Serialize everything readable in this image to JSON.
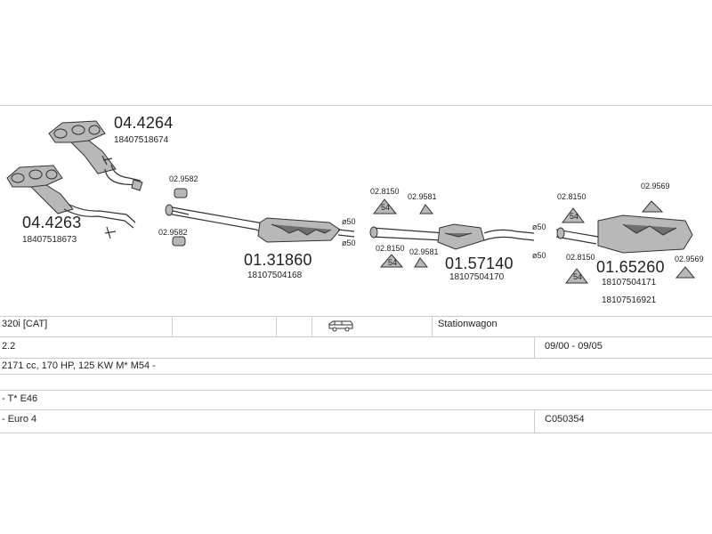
{
  "parts": {
    "manifold_top": {
      "code": "04.4264",
      "oem": "18407518674"
    },
    "manifold_bottom": {
      "code": "04.4263",
      "oem": "18407518673"
    },
    "front_pipe": {
      "code": "01.31860",
      "oem": "18107504168"
    },
    "middle_silencer": {
      "code": "01.57140",
      "oem": "18107504170"
    },
    "rear_silencer": {
      "code": "01.65260",
      "oem1": "18107504171",
      "oem2": "18107516921"
    }
  },
  "small_parts": {
    "c1": "02.9582",
    "c2": "02.9582",
    "h1": "02.8150",
    "h2": "02.9581",
    "h3": "02.8150",
    "h4": "02.9581",
    "h5": "02.8150",
    "h6": "02.9569",
    "h7": "02.8150",
    "h8": "02.9569"
  },
  "diameters": {
    "d1": "ø50",
    "d2": "ø50",
    "d3": "ø50",
    "d4": "ø50"
  },
  "hanger_text": "54",
  "icons": {
    "vehicle": "stationwagon-car-icon"
  },
  "table": {
    "model": "320i  [CAT]",
    "body": "Stationwagon",
    "engine": "2.2",
    "years": "09/00 - 09/05",
    "spec": "2171 cc, 170 HP, 125 KW M* M54 -",
    "type": "- T* E46",
    "emission": "- Euro 4",
    "catalog": "C050354"
  }
}
